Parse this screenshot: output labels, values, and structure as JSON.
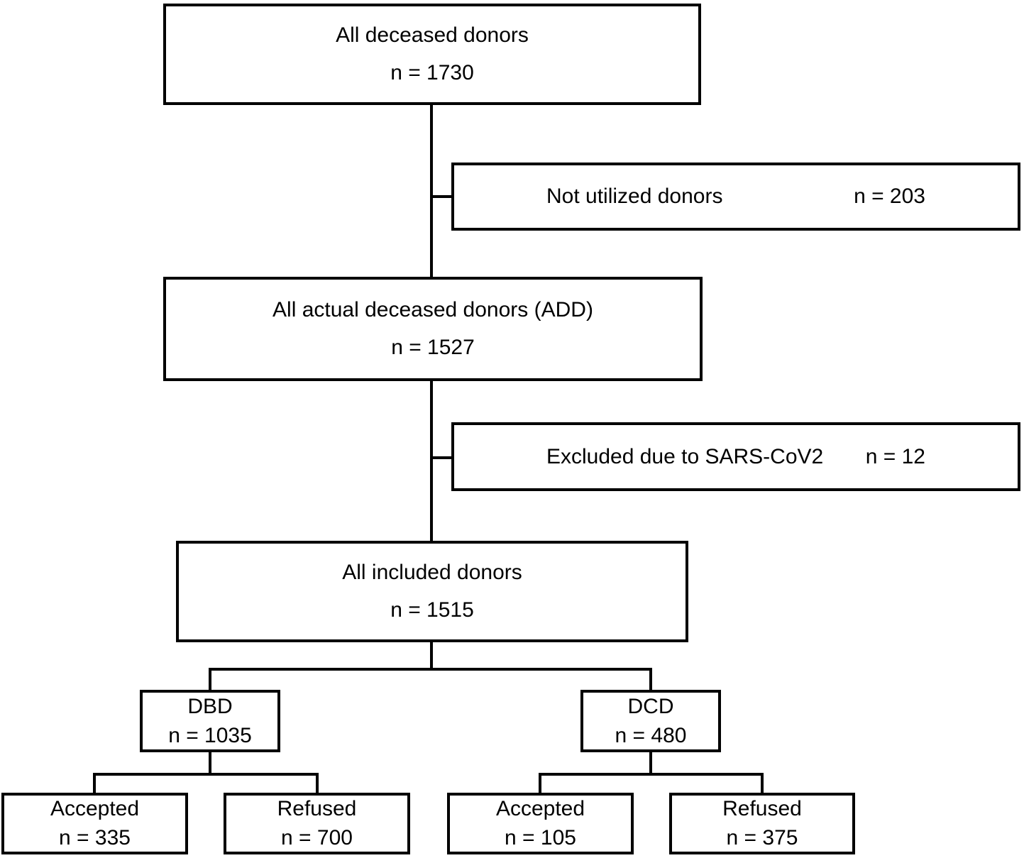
{
  "colors": {
    "border": "#000000",
    "background": "#ffffff",
    "text": "#000000"
  },
  "flow": {
    "all_deceased": {
      "label": "All deceased donors",
      "n": "n = 1730"
    },
    "not_utilized": {
      "label": "Not utilized donors",
      "n": "n = 203"
    },
    "actual_deceased": {
      "label": "All actual deceased donors (ADD)",
      "n": "n = 1527"
    },
    "excluded_sars": {
      "label": "Excluded due to SARS-CoV2",
      "n": "n = 12"
    },
    "included": {
      "label": "All included donors",
      "n": "n = 1515"
    },
    "dbd": {
      "label": "DBD",
      "n": "n = 1035"
    },
    "dcd": {
      "label": "DCD",
      "n": "n = 480"
    },
    "dbd_accepted": {
      "label": "Accepted",
      "n": "n = 335"
    },
    "dbd_refused": {
      "label": "Refused",
      "n": "n = 700"
    },
    "dcd_accepted": {
      "label": "Accepted",
      "n": "n = 105"
    },
    "dcd_refused": {
      "label": "Refused",
      "n": "n = 375"
    }
  }
}
